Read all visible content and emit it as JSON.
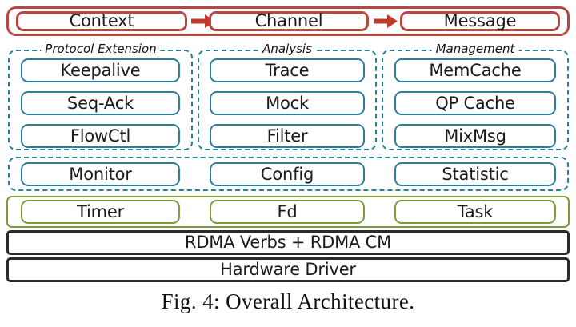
{
  "figure": {
    "caption": "Fig. 4: Overall Architecture.",
    "colors": {
      "red": "#b8473f",
      "teal": "#2c7f9b",
      "olive": "#7d9b38",
      "black": "#2b2b2b",
      "background": "#ffffff"
    }
  },
  "top_band": {
    "nodes": [
      {
        "label": "Context"
      },
      {
        "label": "Channel"
      },
      {
        "label": "Message"
      }
    ],
    "connectors": [
      {
        "name": "arrow-context-to-channel",
        "glyph": "right-arrow-icon"
      },
      {
        "name": "arrow-channel-to-message",
        "glyph": "right-arrow-icon"
      }
    ]
  },
  "groups": [
    {
      "title": "Protocol Extension",
      "nodes": [
        {
          "label": "Keepalive"
        },
        {
          "label": "Seq-Ack"
        },
        {
          "label": "FlowCtl"
        }
      ]
    },
    {
      "title": "Analysis",
      "nodes": [
        {
          "label": "Trace"
        },
        {
          "label": "Mock"
        },
        {
          "label": "Filter"
        }
      ]
    },
    {
      "title": "Management",
      "nodes": [
        {
          "label": "MemCache"
        },
        {
          "label": "QP Cache"
        },
        {
          "label": "MixMsg"
        }
      ]
    }
  ],
  "service_row": {
    "nodes": [
      {
        "label": "Monitor"
      },
      {
        "label": "Config"
      },
      {
        "label": "Statistic"
      }
    ]
  },
  "runtime_row": {
    "nodes": [
      {
        "label": "Timer"
      },
      {
        "label": "Fd"
      },
      {
        "label": "Task"
      }
    ]
  },
  "base_layers": [
    {
      "label": "RDMA Verbs + RDMA CM"
    },
    {
      "label": "Hardware Driver"
    }
  ]
}
